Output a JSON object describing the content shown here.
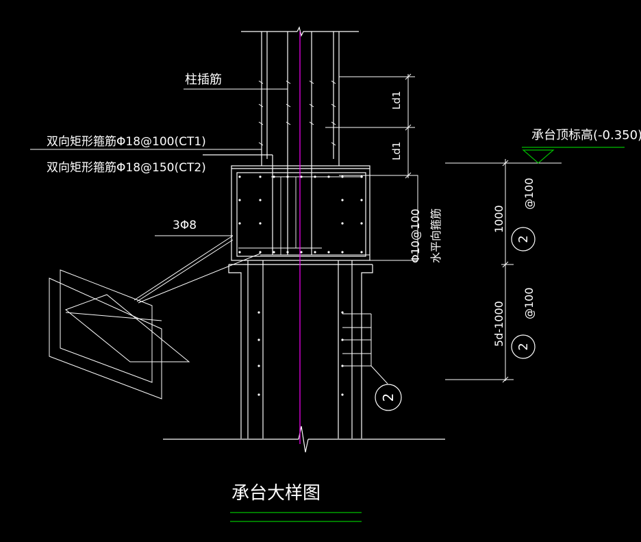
{
  "colors": {
    "background": "#000000",
    "lines": "#ffffff",
    "axis": "#ff00ff",
    "underline": "#00c000",
    "level_mark": "#00c000"
  },
  "labels": {
    "column_dowel": "柱插筋",
    "stirrup_ct1": "双向矩形箍筋Φ18@100(CT1)",
    "stirrup_ct2": "双向矩形箍筋Φ18@150(CT2)",
    "bars_3phi8": "3Φ8",
    "cap_top_level": "承台顶标高(-0.350)",
    "ld1_upper": "Ld1",
    "ld1_lower": "Ld1",
    "hoop_spacing": "Φ10@100",
    "horizontal_hoop": "水平向箍筋",
    "dim_1000": "1000",
    "at100_upper": "@100",
    "dim_5d_1000": "5d-1000",
    "at100_lower": "@100",
    "bubble_upper": "2",
    "bubble_lower": "2",
    "bubble_pile": "2",
    "drawing_title": "承台大样图"
  }
}
